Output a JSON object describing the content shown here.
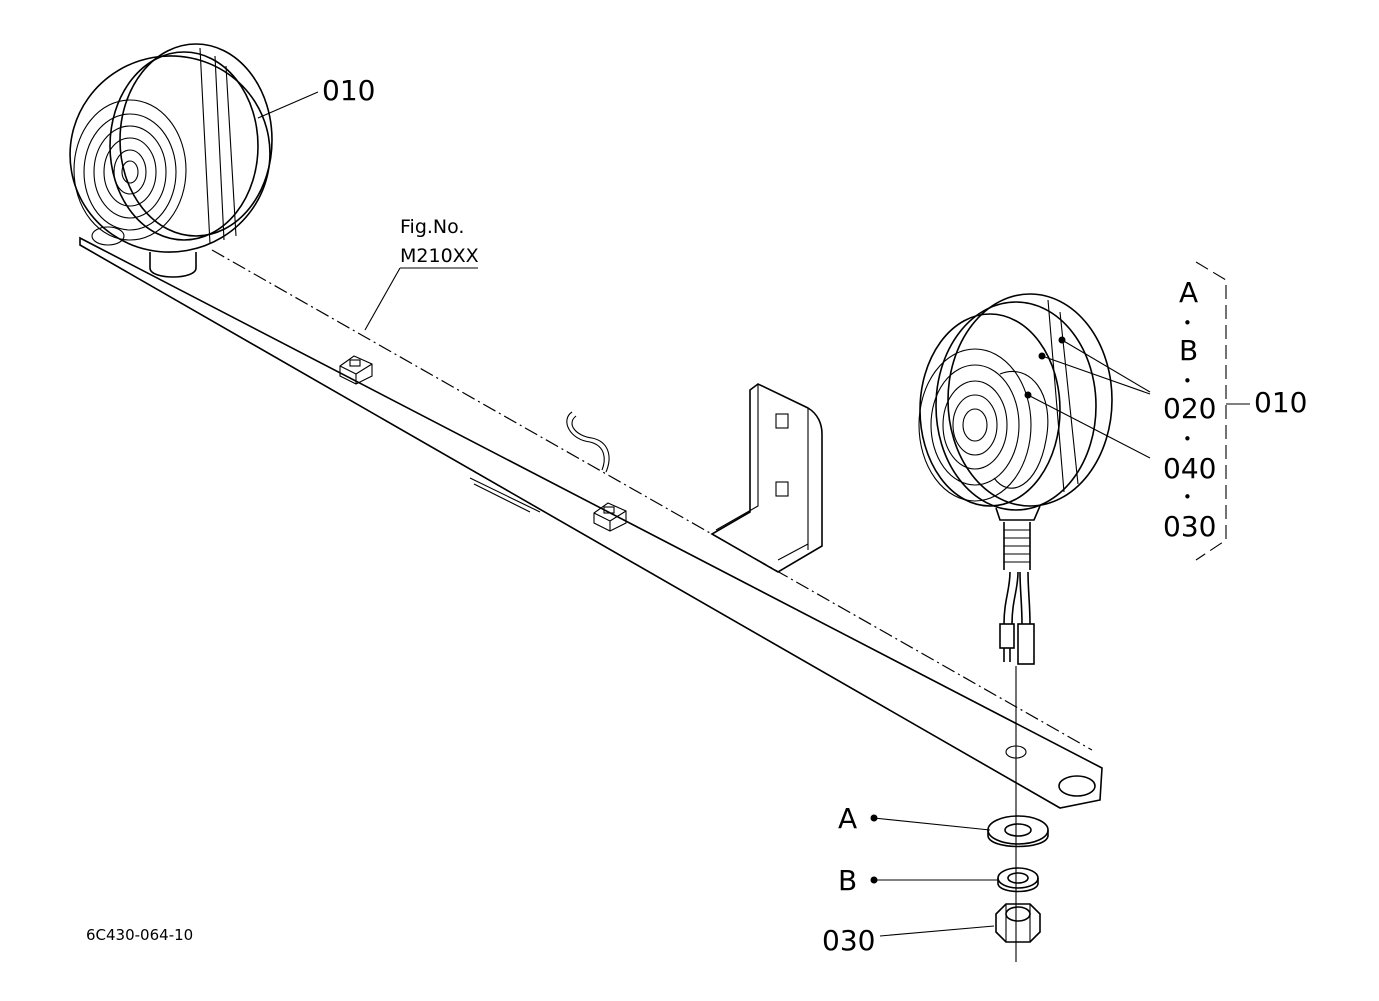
{
  "callouts": {
    "left_lamp": "010",
    "fig_no_line1": "Fig.No.",
    "fig_no_line2": "M210XX",
    "kit_a": "A",
    "kit_b": "B",
    "kit_020": "020",
    "kit_040": "040",
    "kit_030": "030",
    "kit_total": "010",
    "washer_a": "A",
    "washer_b": "B",
    "nut": "030",
    "dot": "•"
  },
  "drawing_code": "6C430-064-10"
}
